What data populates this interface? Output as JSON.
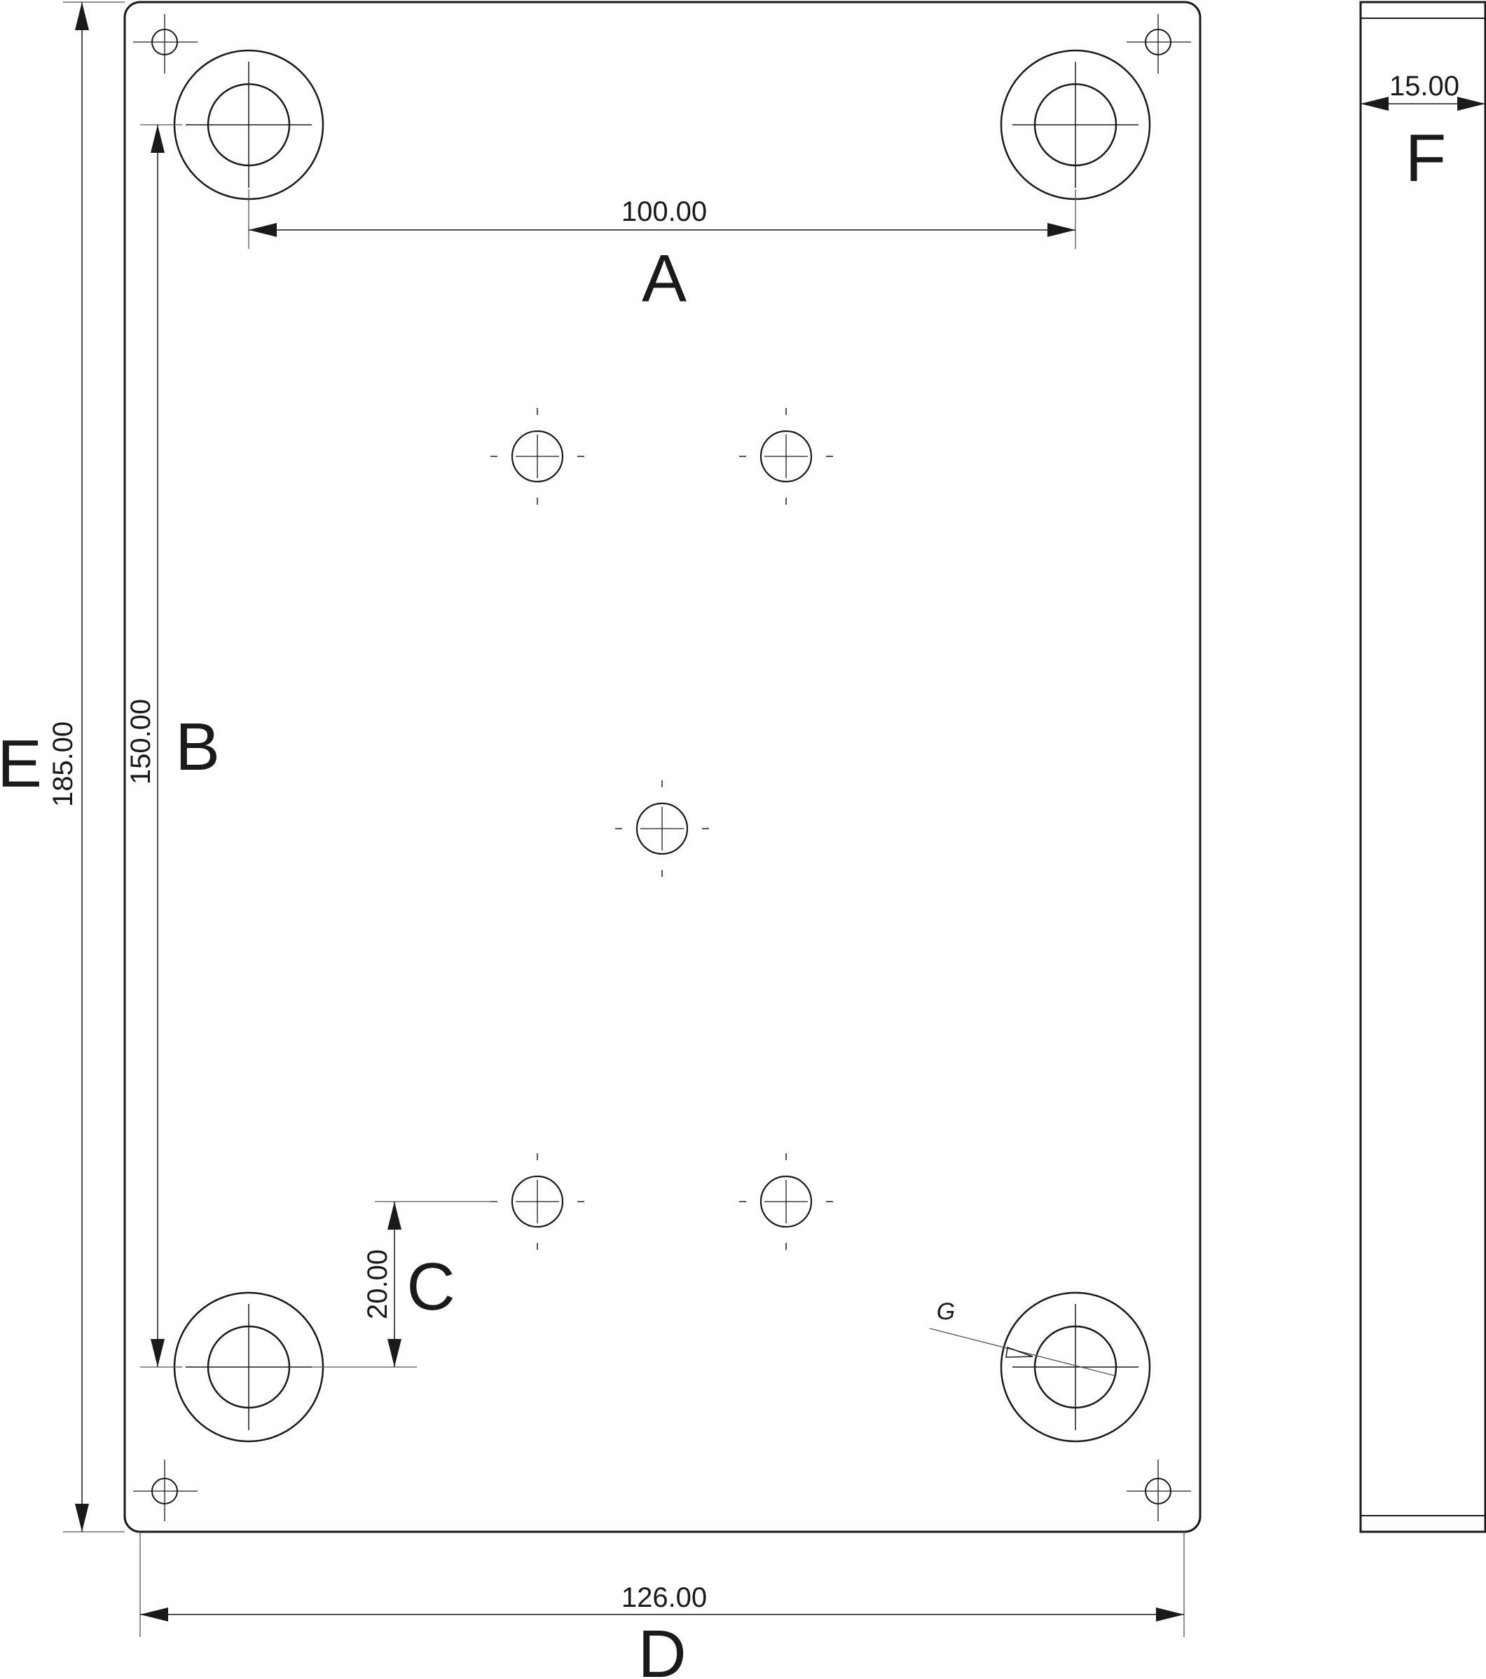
{
  "dimensions": {
    "a": {
      "value": "100.00",
      "letter": "A"
    },
    "b": {
      "value": "150.00",
      "letter": "B"
    },
    "c": {
      "value": "20.00",
      "letter": "C"
    },
    "d": {
      "value": "126.00",
      "letter": "D"
    },
    "e": {
      "value": "185.00",
      "letter": "E"
    },
    "f": {
      "value": "15.00",
      "letter": "F"
    },
    "g": {
      "letter": "G"
    }
  },
  "colors": {
    "line": "#1a1a1a",
    "thin": "#555555",
    "background": "#ffffff"
  }
}
